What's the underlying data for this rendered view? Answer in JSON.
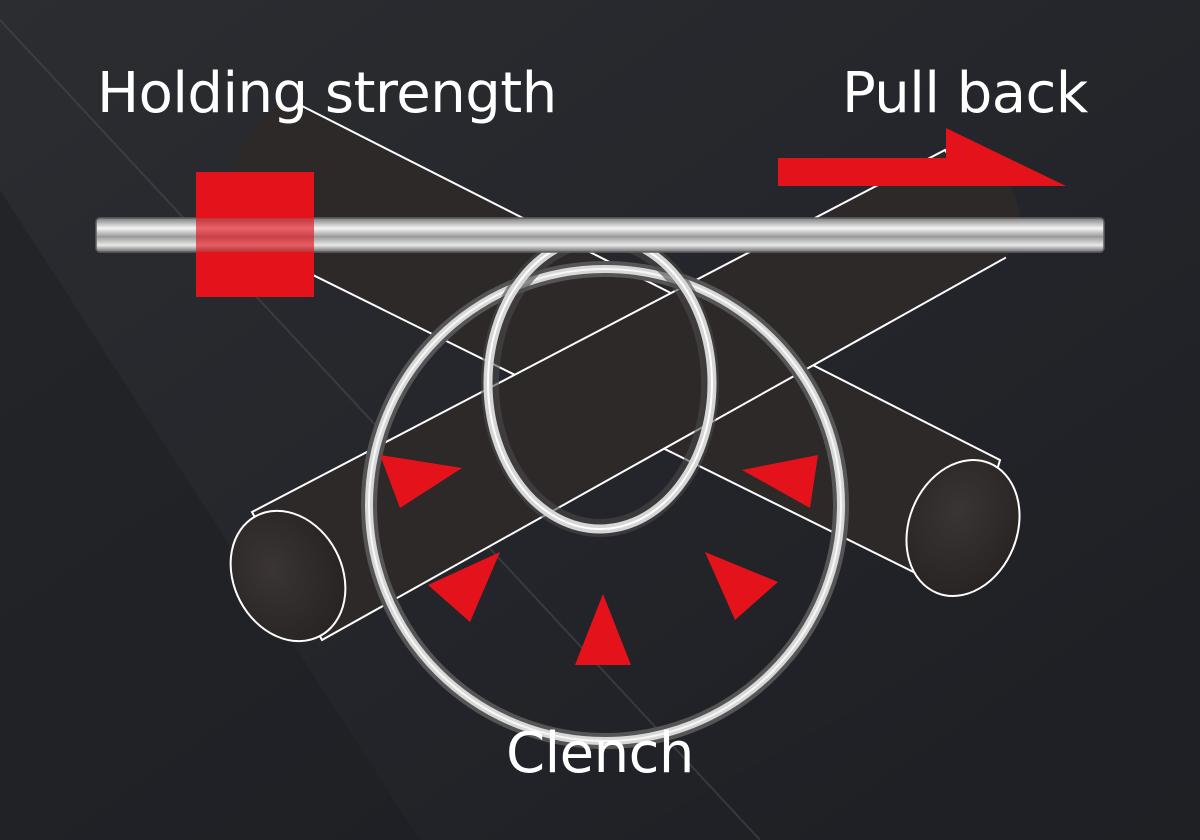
{
  "labels": {
    "holding_strength": "Holding strength",
    "pull_back": "Pull back",
    "clench": "Clench"
  },
  "colors": {
    "background": "#24262a",
    "rod_fill": "#2e2a29",
    "outline": "#ffffff",
    "accent_red": "#e4121a",
    "wire": "#d9d9d9"
  },
  "icons": {
    "pull_direction": "arrow-right-icon",
    "clench_force": "triangle-arrow-icon"
  }
}
